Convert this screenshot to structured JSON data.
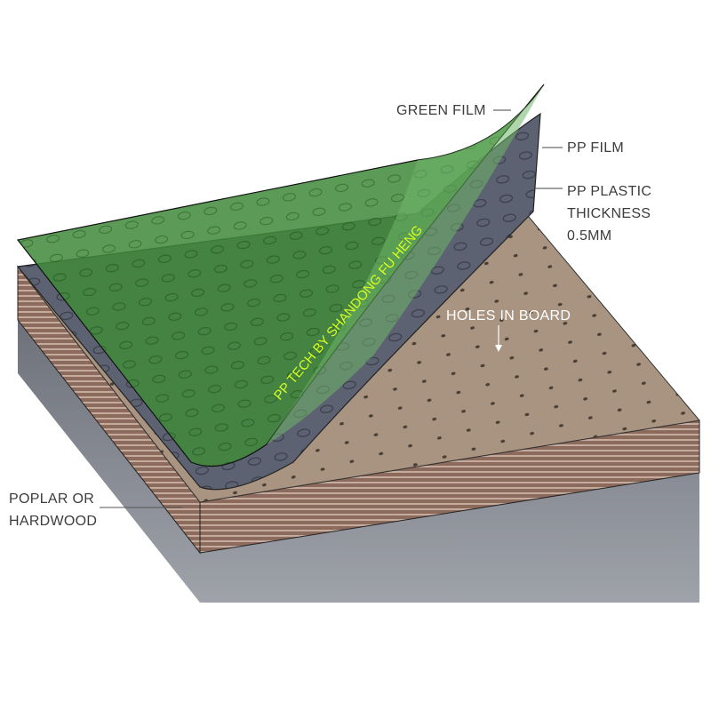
{
  "labels": {
    "green_film": "GREEN FILM",
    "pp_film": "PP FILM",
    "pp_plastic_line1": "PP PLASTIC",
    "pp_plastic_line2": "THICKNESS",
    "pp_plastic_line3": "0.5MM",
    "holes": "HOLES IN BOARD",
    "wood_line1": "POPLAR OR",
    "wood_line2": "HARDWOOD"
  },
  "brand_text": "PP TECH BY SHANDONG FU HENG",
  "colors": {
    "green_film": "#3f8a3a",
    "pp_sheet": "#5c6272",
    "board_top": "#a89480",
    "board_edge": "#7b5a4c",
    "brand": "#d7ff1e"
  }
}
